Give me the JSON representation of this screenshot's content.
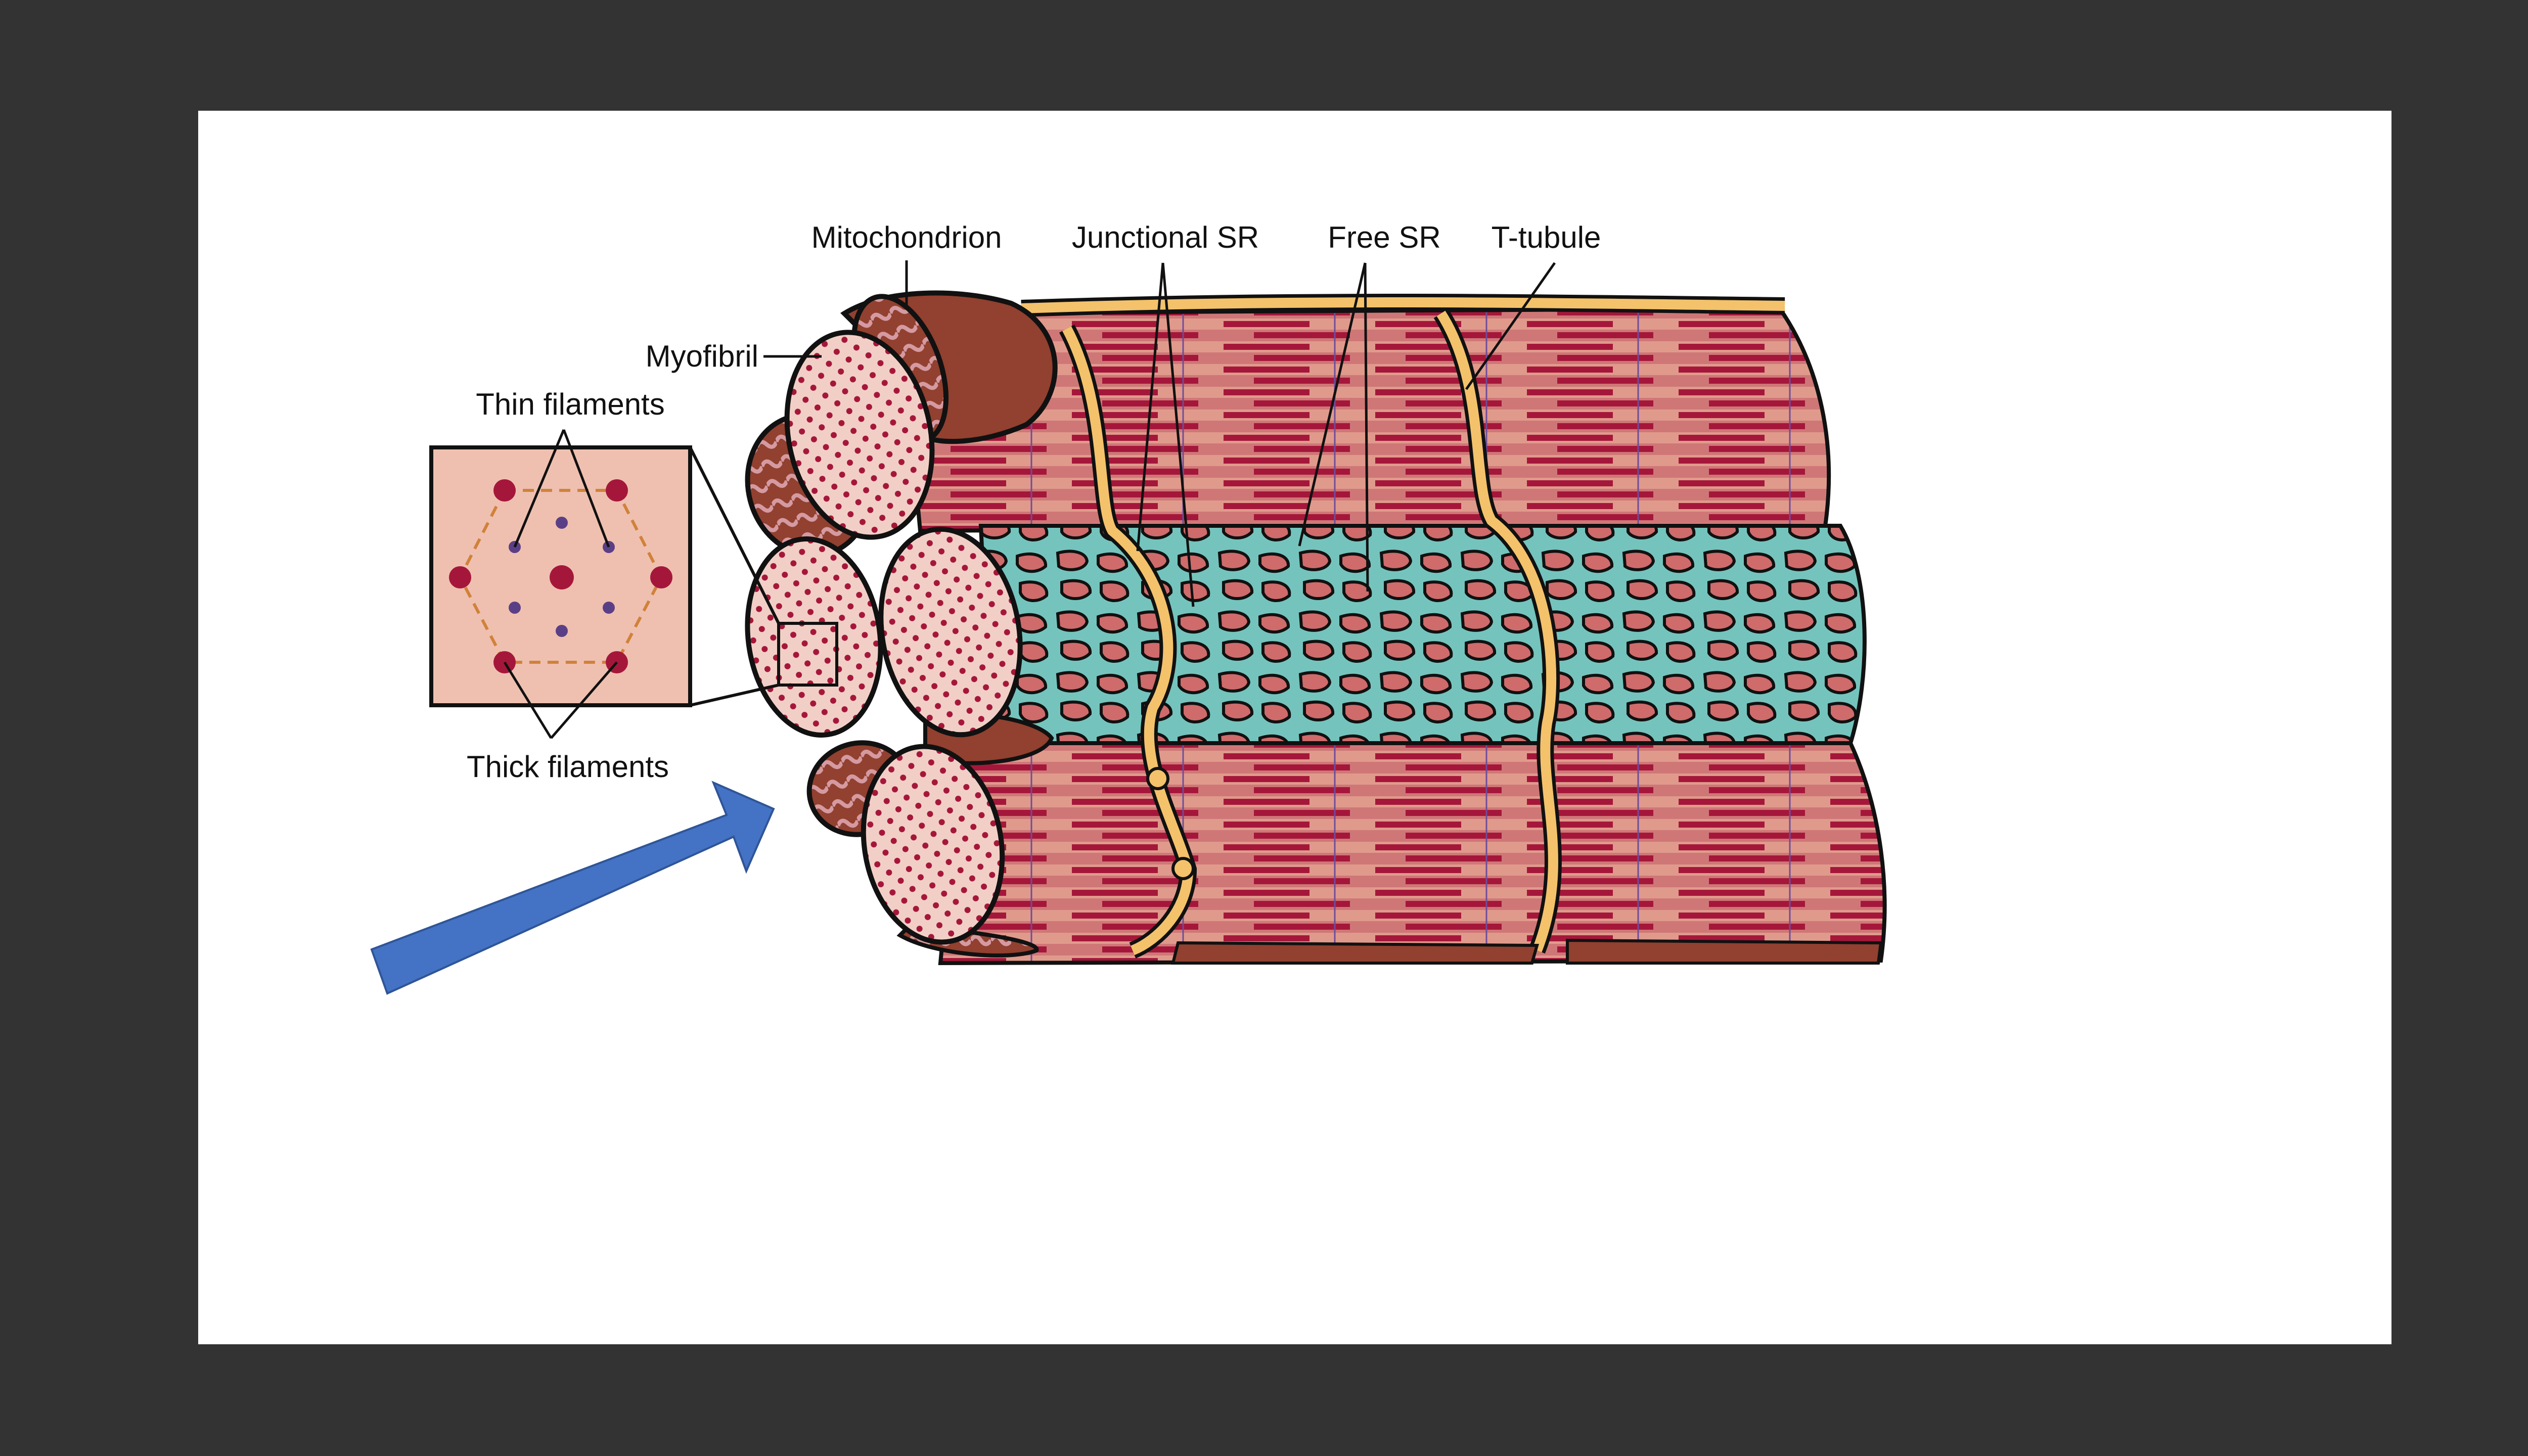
{
  "labels": {
    "mitochondrion": "Mitochondrion",
    "junctional_sr": "Junctional SR",
    "free_sr": "Free SR",
    "t_tubule": "T-tubule",
    "myofibril": "Myofibril",
    "thin_filaments": "Thin filaments",
    "thick_filaments": "Thick filaments"
  },
  "colors": {
    "background": "#333333",
    "slide": "#ffffff",
    "muscle_fiber": "#c86a6a",
    "muscle_stripe": "#a5173a",
    "mitochondrion": "#92402f",
    "t_tubule": "#f4c26b",
    "sarcoplasmic_reticulum": "#74c4bd",
    "inset_background": "#efc0b0",
    "arrow": "#4472c4"
  },
  "icons": {
    "pointer": "blue-arrow"
  }
}
